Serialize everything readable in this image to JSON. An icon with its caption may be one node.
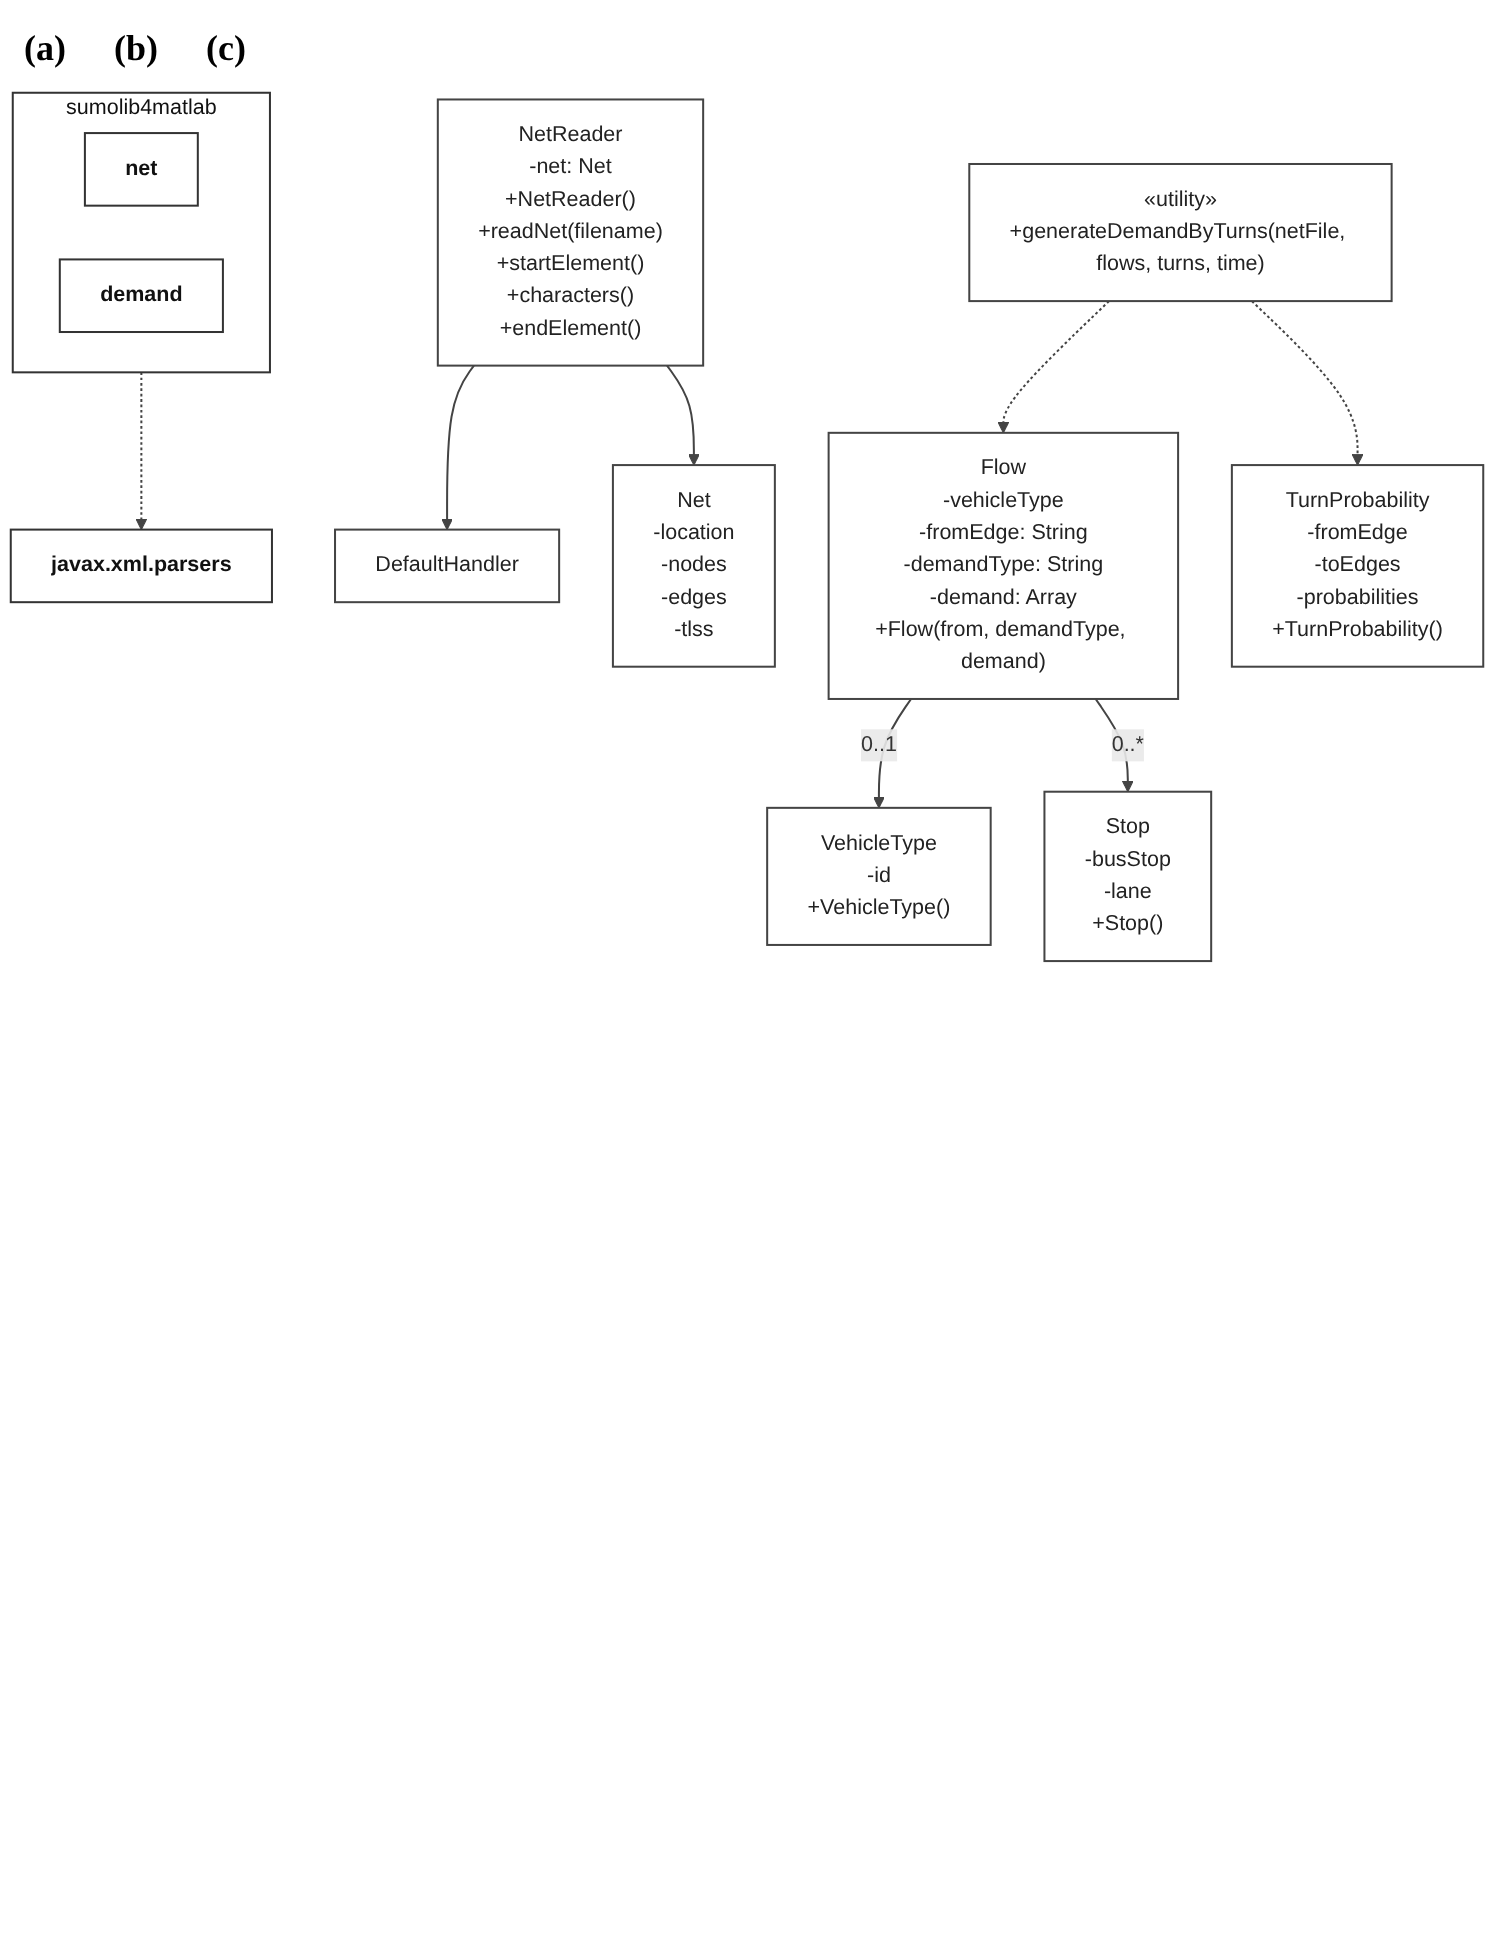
{
  "diagram": {
    "nodes": [
      {
        "text": [
          "javax.xml.parsers"
        ]
      },
      {
        "text": [
          "sumolib4matlab"
        ]
      },
      {
        "text": [
          "net"
        ],
        "in": 1
      },
      {
        "text": [
          "demand"
        ],
        "in": 1
      },
      {
        "text": [
          "DefaultHandler"
        ]
      },
      {
        "text": [
          "NetReader",
          "-net: Net",
          "+NetReader()",
          "+readNet(filename)",
          "+startElement()",
          "+characters()",
          "+endElement()"
        ]
      },
      {
        "text": [
          "Net",
          "-location",
          "-nodes",
          "-edges",
          "-tlss"
        ]
      },
      {
        "text": [
          "«utility»",
          "+generateDemandByTurns(netFile, flows, turns, time)"
        ]
      },
      {
        "text": [
          "Flow",
          "-vehicleType",
          "-fromEdge: String",
          "-demandType: String",
          "-demand: Array",
          "+Flow(from, demandType, demand)"
        ]
      },
      {
        "text": [
          "TurnProbability",
          "-fromEdge",
          "-toEdges",
          "-probabilities",
          "+TurnProbability()"
        ]
      },
      {
        "text": [
          "VehicleType",
          "-id",
          "+VehicleType()"
        ]
      },
      {
        "text": [
          "Stop",
          "-busStop",
          "-lane",
          "+Stop()"
        ]
      }
    ],
    "edges": [
      {
        "from": 1,
        "to": 0,
        "arrow": "to",
        "style": "dashed"
      },
      {
        "from": 5,
        "to": 4,
        "arrow": "to"
      },
      {
        "from": 5,
        "to": 6,
        "arrow": "to"
      },
      {
        "from": 7,
        "to": 8,
        "arrow": "to",
        "style": "dashed"
      },
      {
        "from": 7,
        "to": 9,
        "arrow": "to",
        "style": "dashed"
      },
      {
        "from": 8,
        "to": 10,
        "arrow": "to",
        "label": "0..1"
      },
      {
        "from": 8,
        "to": 11,
        "arrow": "to",
        "label": "0..*"
      }
    ],
    "labels": [
      "(a)",
      "(b)",
      "(c)"
    ]
  }
}
